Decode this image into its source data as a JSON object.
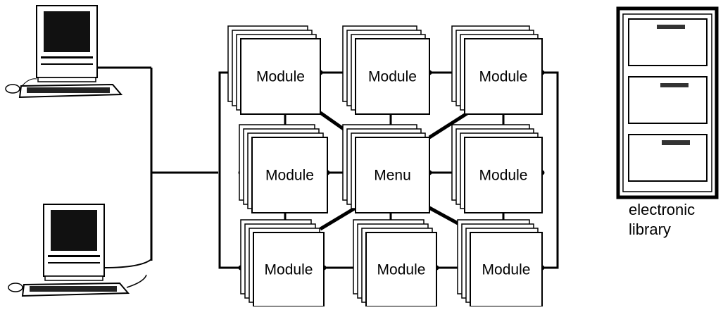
{
  "modules": [
    {
      "id": "top-left",
      "label": "Module"
    },
    {
      "id": "top-center",
      "label": "Module"
    },
    {
      "id": "top-right",
      "label": "Module"
    },
    {
      "id": "middle-left",
      "label": "Module"
    },
    {
      "id": "center",
      "label": "Menu"
    },
    {
      "id": "middle-right",
      "label": "Module"
    },
    {
      "id": "bottom-left",
      "label": "Module"
    },
    {
      "id": "bottom-center",
      "label": "Module"
    },
    {
      "id": "bottom-right",
      "label": "Module"
    }
  ],
  "library": {
    "line1": "electronic",
    "line2": "library"
  },
  "icons": [
    "computer-icon",
    "computer-icon",
    "filing-cabinet-icon"
  ]
}
